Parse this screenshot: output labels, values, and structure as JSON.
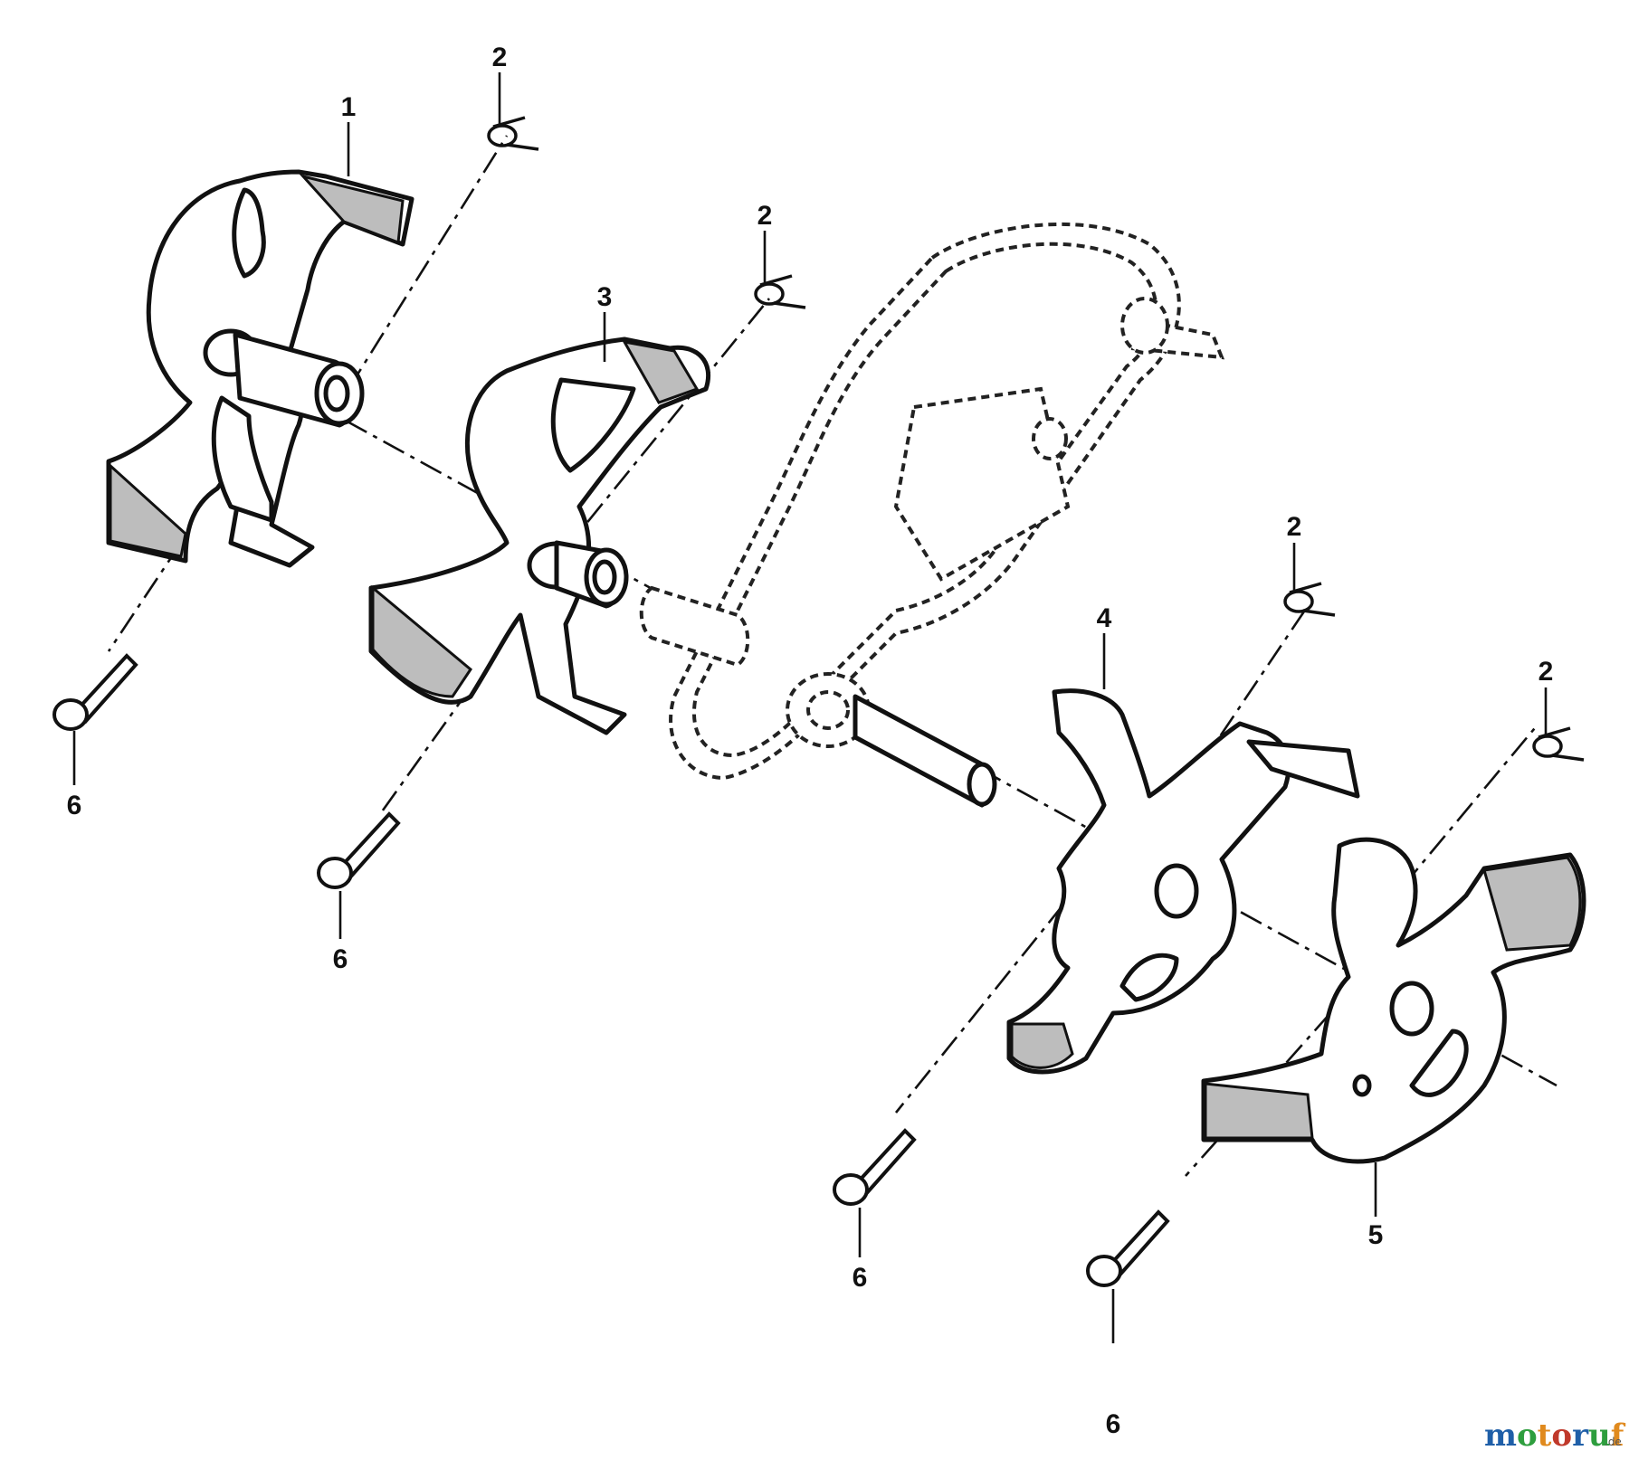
{
  "callouts": {
    "c1": "1",
    "c2a": "2",
    "c2b": "2",
    "c2c": "2",
    "c2d": "2",
    "c3": "3",
    "c4": "4",
    "c5": "5",
    "c6a": "6",
    "c6b": "6",
    "c6c": "6",
    "c6d": "6"
  },
  "watermark": {
    "brand": "motoruf",
    "suffix": ".de",
    "colors": [
      "#1f5fa8",
      "#2e9e3e",
      "#e08a1e",
      "#c0392b",
      "#1f5fa8",
      "#2e9e3e",
      "#e08a1e"
    ]
  }
}
